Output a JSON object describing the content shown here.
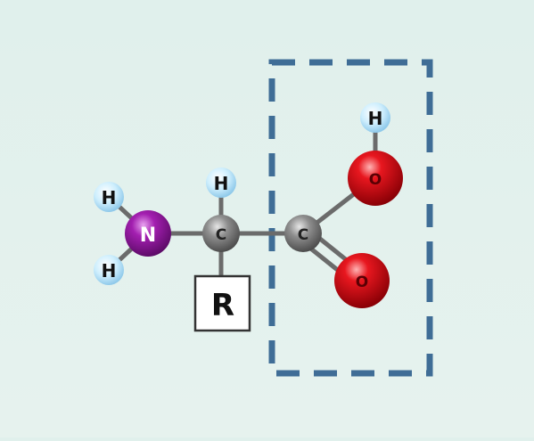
{
  "atoms": {
    "h_n_top": {
      "label": "H"
    },
    "h_n_bottom": {
      "label": "H"
    },
    "nitrogen": {
      "label": "N"
    },
    "alpha_carbon": {
      "label": "C"
    },
    "h_alpha": {
      "label": "H"
    },
    "carboxyl_carbon": {
      "label": "C"
    },
    "hydroxyl_oxygen": {
      "label": "O"
    },
    "h_hydroxyl": {
      "label": "H"
    },
    "carbonyl_oxygen": {
      "label": "O"
    }
  },
  "side_chain": {
    "label": "R"
  },
  "colors": {
    "hydrogen": "#bfe6fa",
    "nitrogen": "#8e1a9a",
    "carbon": "#8a8a8a",
    "oxygen": "#d9131b",
    "bond": "#6b6b6b",
    "highlight_box": "#3f6d96"
  }
}
